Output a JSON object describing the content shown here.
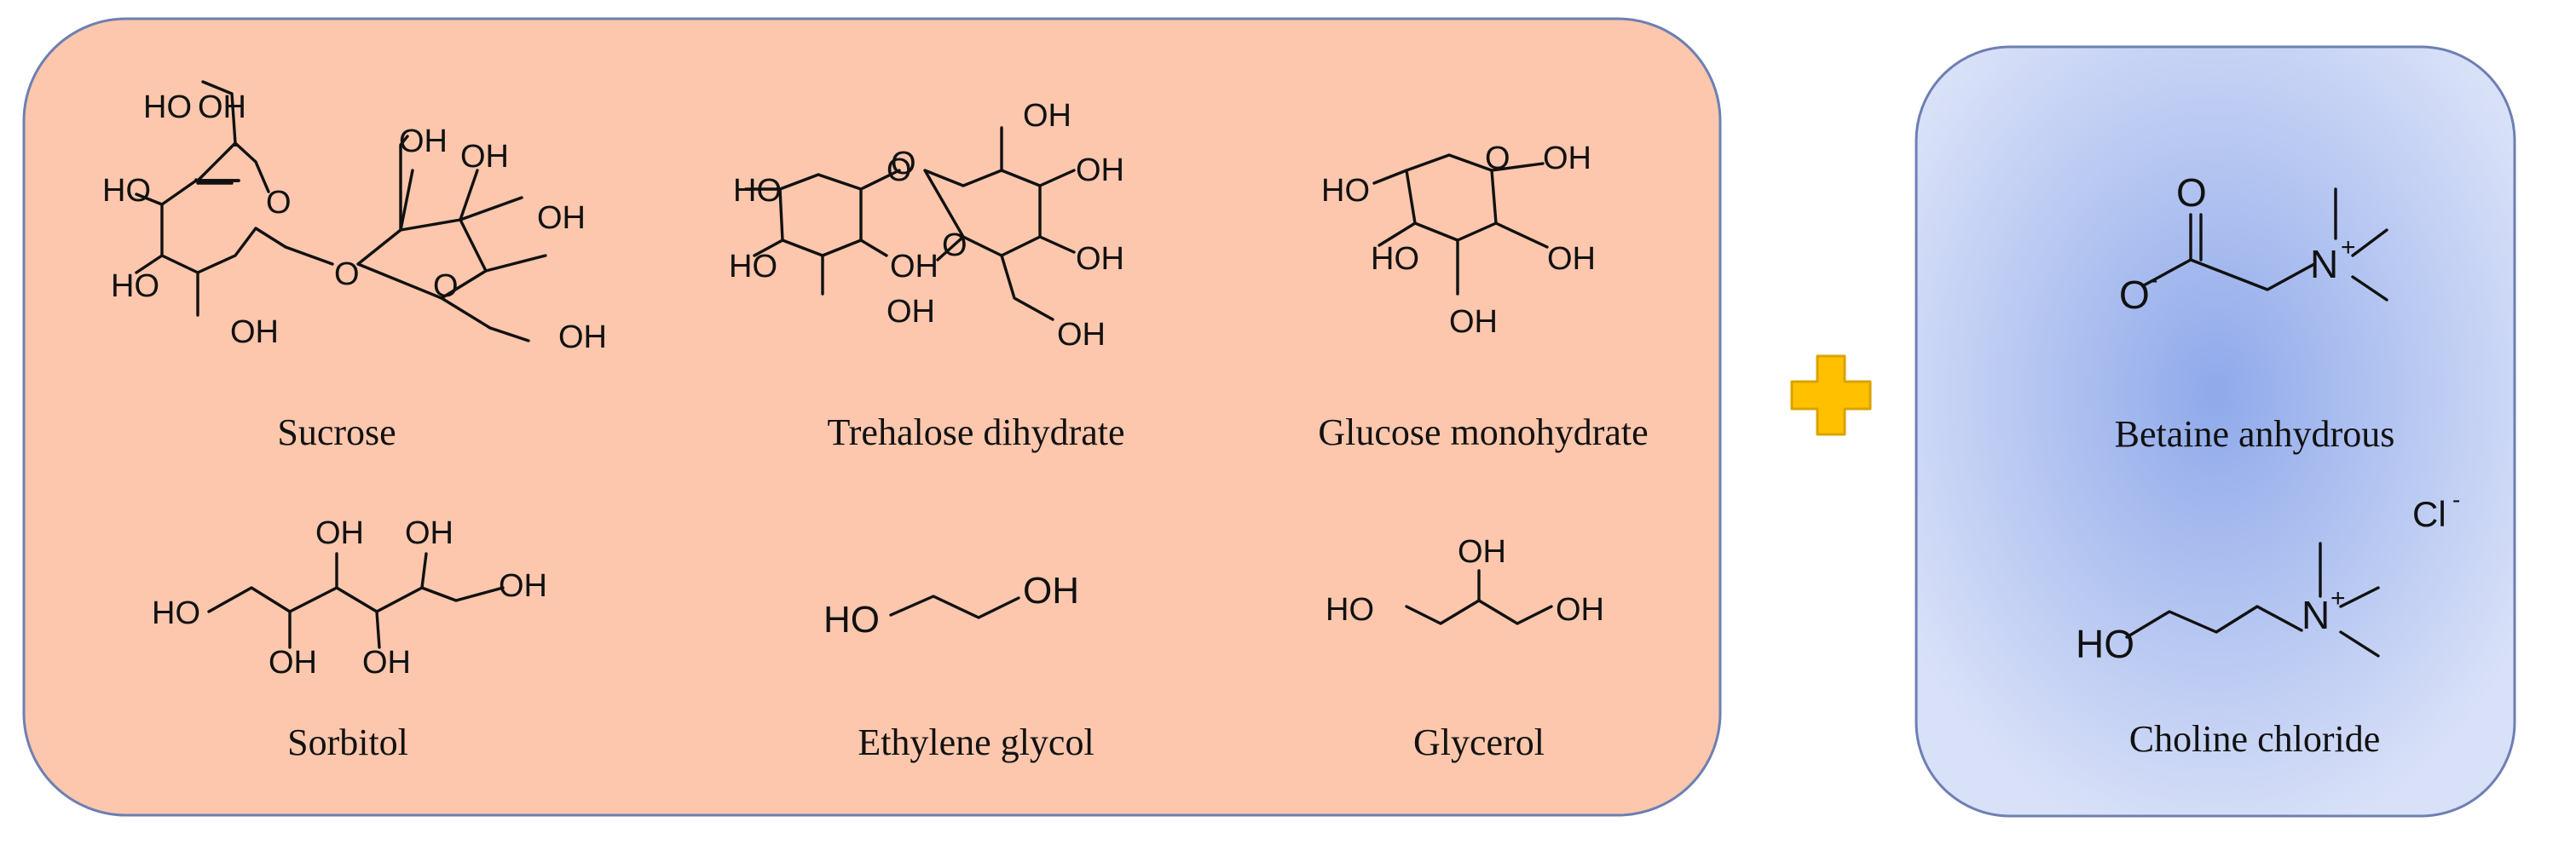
{
  "panels": {
    "left": {
      "fill": "#fcc7ad",
      "stroke": "#6d7fb3"
    },
    "right": {
      "fill_center": "#8fa9ea",
      "fill_edge": "#d9e1f8",
      "stroke": "#6d7fb3"
    }
  },
  "plus": {
    "color": "#ffc000",
    "stroke": "#d9a300",
    "icon": "plus-icon"
  },
  "compounds": {
    "sucrose": {
      "name": "Sucrose"
    },
    "trehalose": {
      "name": "Trehalose dihydrate"
    },
    "glucose": {
      "name": "Glucose monohydrate"
    },
    "sorbitol": {
      "name": "Sorbitol"
    },
    "ethylene_glycol": {
      "name": "Ethylene glycol"
    },
    "glycerol": {
      "name": "Glycerol"
    },
    "betaine": {
      "name": "Betaine anhydrous"
    },
    "choline": {
      "name": "Choline chloride"
    }
  },
  "atoms": {
    "oh": "OH",
    "ho": "HO",
    "o": "O",
    "n": "N",
    "plus_charge": "+",
    "minus_charge": "-",
    "chloride": "Cl"
  }
}
